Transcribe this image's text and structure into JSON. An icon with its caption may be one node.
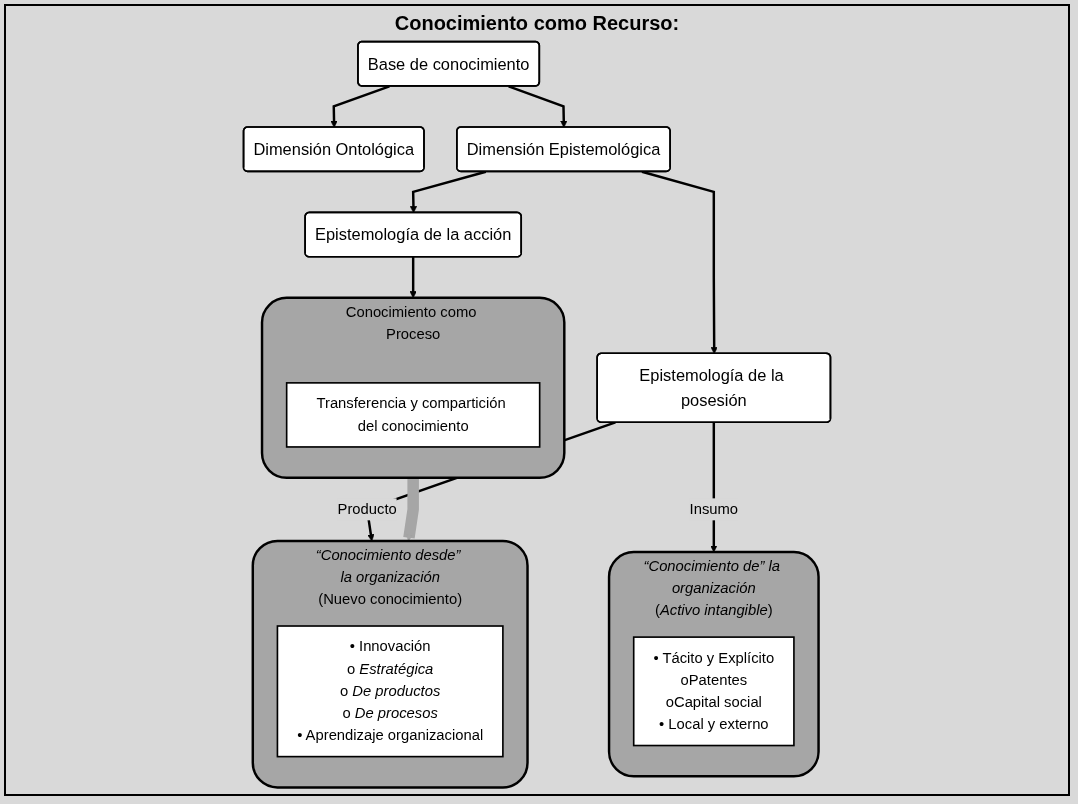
{
  "diagram": {
    "nodes": [
      {
        "text": [
          "Base de conocimiento"
        ]
      },
      {
        "text": [
          "Dimensión Ontológica"
        ]
      },
      {
        "text": [
          "Dimensión Epistemológica"
        ]
      },
      {
        "text": [
          "Epistemología de la posesión"
        ]
      },
      {
        "text": [
          "Epistemología de la acción"
        ]
      },
      {
        "text": [
          "*“Conocimiento desde” la organización*",
          "(Nuevo conocimiento)"
        ]
      },
      {
        "text": [
          "• Innovación",
          "o *Estratégica*",
          "o *De productos*",
          "o *De procesos*",
          "• Aprendizaje organizacional"
        ],
        "in": 5
      },
      {
        "text": [
          "*“Conocimiento de” la organización*",
          "(*Activo intangible*)"
        ]
      },
      {
        "text": [
          "• Tácito y Explícito",
          "oPatentes",
          "oCapital social",
          "• Local y externo"
        ],
        "in": 7
      },
      {
        "text": [
          "Conocimiento como Proceso"
        ]
      },
      {
        "text": [
          "Transferencia y compartición del conocimiento"
        ],
        "in": 9
      }
    ],
    "edges": [
      {
        "from": 0,
        "to": 1,
        "arrow": "to"
      },
      {
        "from": 0,
        "to": 2,
        "arrow": "to"
      },
      {
        "from": 2,
        "to": 3,
        "arrow": "to"
      },
      {
        "from": 2,
        "to": 4,
        "arrow": "to"
      },
      {
        "from": 3,
        "to": 5,
        "arrow": "to",
        "label": "Producto"
      },
      {
        "from": 3,
        "to": 7,
        "arrow": "to",
        "label": "Insumo"
      },
      {
        "from": 4,
        "to": 9,
        "arrow": "to"
      },
      {
        "from": 9,
        "to": 5,
        "arrow": "to",
        "style": "thick",
        "color": "#a6a6a6"
      }
    ],
    "labels": [
      "Conocimiento como Recurso:"
    ]
  }
}
